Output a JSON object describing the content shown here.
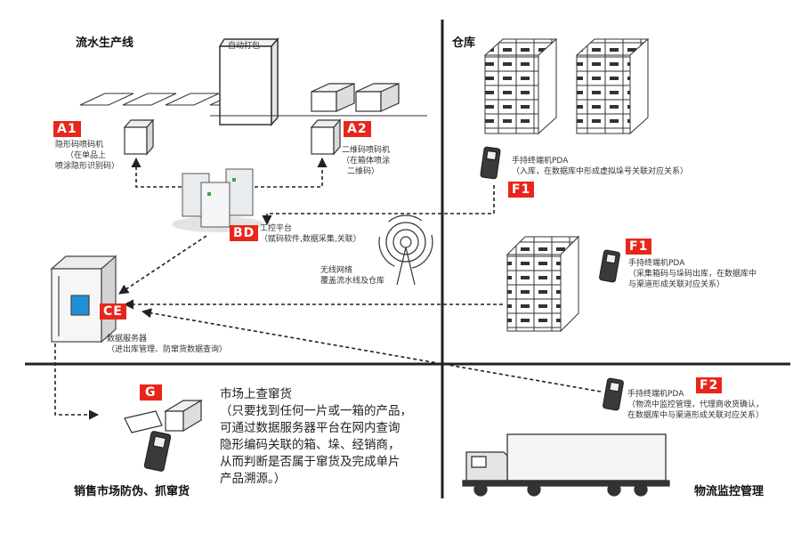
{
  "sections": {
    "production": "流水生产线",
    "warehouse": "仓库",
    "market": "销售市场防伪、抓窜货",
    "logistics": "物流监控管理"
  },
  "packing_machine": "自动打包",
  "nodes": {
    "A1": {
      "badge": "A1",
      "lines": [
        "隐形码喷码机",
        "（在单品上",
        "喷涂隐形识别码）"
      ]
    },
    "A2": {
      "badge": "A2",
      "lines": [
        "二维码喷码机",
        "（在箱体喷涂",
        "二维码）"
      ]
    },
    "BD": {
      "badge": "BD",
      "lines": [
        "工控平台",
        "（赋码软件,数据采集,关联）"
      ]
    },
    "wireless": {
      "lines": [
        "无线网络",
        "覆盖流水线及仓库"
      ]
    },
    "CE": {
      "badge": "CE",
      "lines": [
        "数据服务器",
        "（进出库管理、防窜货数据查询）"
      ]
    },
    "F1_in": {
      "badge": "F1",
      "lines": [
        "手持终端机PDA",
        "（入库，在数据库中形成虚拟垛号关联对应关系）"
      ]
    },
    "F1_out": {
      "badge": "F1",
      "lines": [
        "手持终端机PDA",
        "（采集箱码与垛码出库，在数据库中",
        "与渠道形成关联对应关系）"
      ]
    },
    "F2": {
      "badge": "F2",
      "lines": [
        "手持终端机PDA",
        "（物流中监控管理，代理商收货确认，",
        "在数据库中与渠道形成关联对应关系）"
      ]
    },
    "G": {
      "badge": "G",
      "lines": [
        "市场上查窜货",
        "（只要找到任何一片或一箱的产品，",
        "可通过数据服务器平台在网内查询",
        "隐形编码关联的箱、垛、经销商，",
        "从而判断是否属于窜货及完成单片",
        "产品溯源。）"
      ]
    }
  },
  "colors": {
    "badge": "#e8261c",
    "line": "#222222",
    "screen": "#1e90d8"
  }
}
